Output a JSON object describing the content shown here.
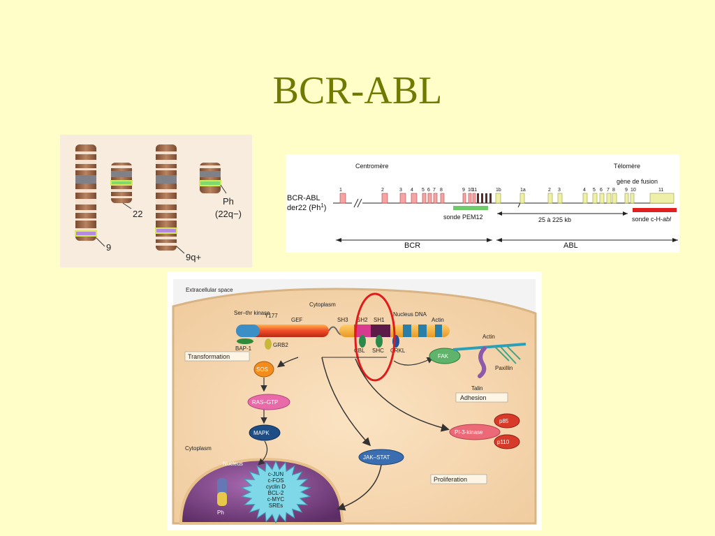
{
  "title": "BCR-ABL",
  "karyotype": {
    "labels": {
      "chr22": "22",
      "chr9": "9",
      "chr9q": "9q+",
      "ph": "Ph",
      "ph_sub": "(22q−)"
    },
    "colors": {
      "band_dark": "#9c6a4c",
      "band_light": "#f4e1cf",
      "centromere": "#7f8088",
      "green": "#7fd96b",
      "purple": "#b48ae0"
    }
  },
  "gene_map": {
    "labels": {
      "centromere": "Centromère",
      "telomere": "Télomère",
      "fusion": "gène de fusion",
      "construct": "BCR-ABL",
      "construct2": "der22 (Ph",
      "construct2_sup": "1",
      "construct2_end": ")",
      "probe1": "sonde PEM12",
      "probe2_prefix": "sonde c-H-",
      "probe2_italic": "abl",
      "range": "25 à 225 kb",
      "bcr": "BCR",
      "abl": "ABL"
    },
    "bcr_exons": [
      "1",
      "2",
      "3",
      "4",
      "5",
      "6",
      "7",
      "8",
      "9",
      "10",
      "11"
    ],
    "abl_exons": [
      "1b",
      "1a",
      "2",
      "3",
      "4",
      "5",
      "6",
      "7",
      "8",
      "9",
      "10",
      "11"
    ],
    "colors": {
      "bcr": "#f5a3a3",
      "abl": "#eef0a8",
      "probe_green": "#6ecb6a",
      "probe_red": "#e02020"
    }
  },
  "pathway": {
    "labels": {
      "extracellular": "Extracellular space",
      "cytoplasm_top": "Cytoplasm",
      "cytoplasm_bottom": "Cytoplasm",
      "nucleus_label": "Nucleus",
      "ser_thr": "Ser–thr kinase",
      "y177": "Y177",
      "gef": "GEF",
      "sh3": "SH3",
      "sh2": "SH2",
      "sh1": "SH1",
      "nucleus_dna": "Nucleus DNA",
      "actin_top": "Actin",
      "actin_right": "Actin",
      "bap1": "BAP-1",
      "grb2": "GRB2",
      "cbl": "CBL",
      "shc": "SHC",
      "crkl": "CRKL",
      "transformation": "Transformation",
      "fak": "FAK",
      "paxillin": "Paxillin",
      "talin": "Talin",
      "adhesion": "Adhesion",
      "sos": "SOS",
      "ras": "RAS–GTP",
      "mapk": "MAPK",
      "jak": "JAK–STAT",
      "pi3k": "PI-3-kinase",
      "p85": "p85",
      "p110": "p110",
      "proliferation": "Proliferation",
      "ph": "Ph",
      "targets": [
        "c-JUN",
        "c-FOS",
        "cyclin D",
        "BCL-2",
        "c-MYC",
        "SREs"
      ]
    },
    "colors": {
      "highlight_ring": "#e01b1b",
      "cell": "#f6d7ae",
      "nucleus": "#7a3f82"
    }
  }
}
